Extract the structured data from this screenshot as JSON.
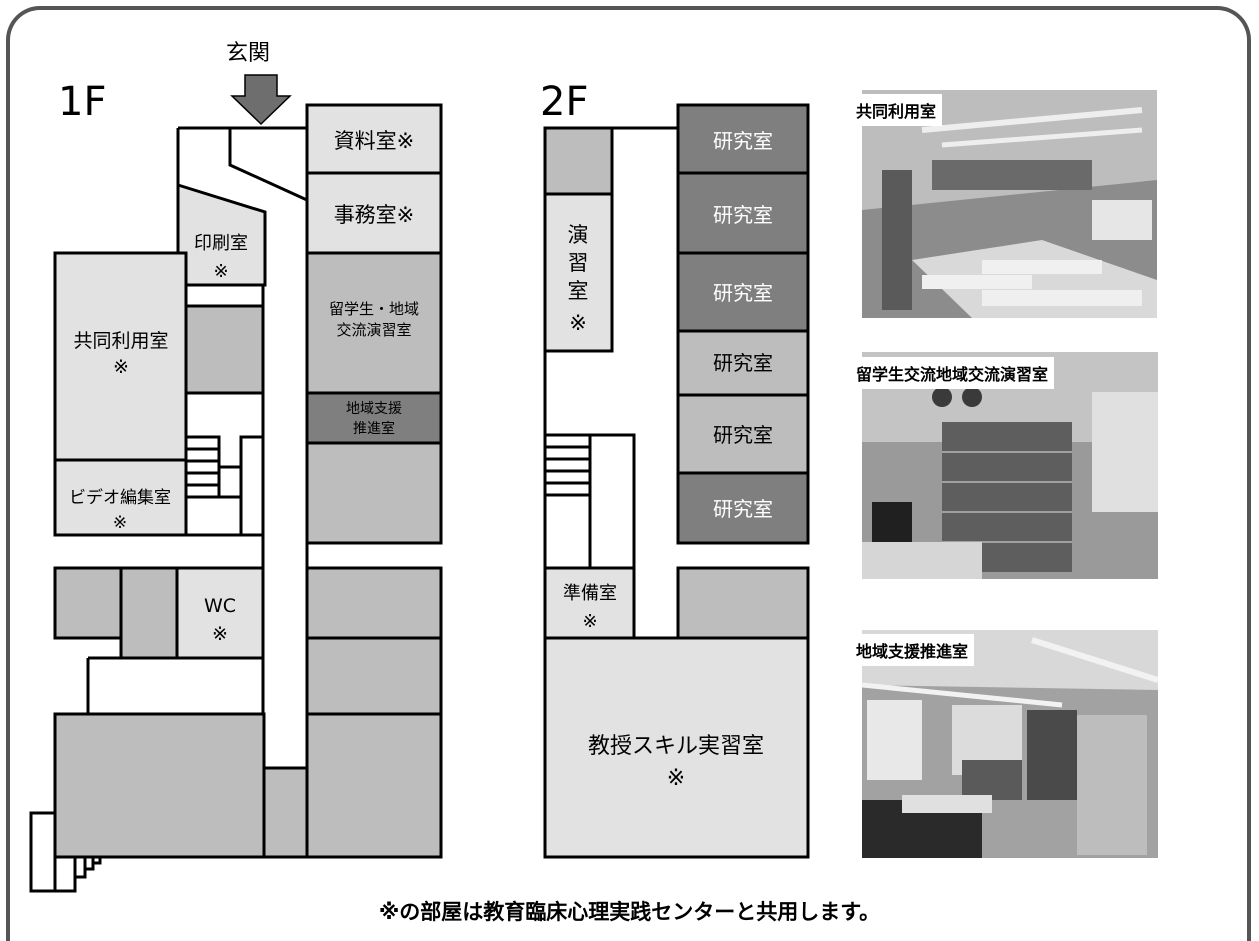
{
  "entrance_label": "玄関",
  "floor1": {
    "label": "1F",
    "rooms": {
      "shiryo": "資料室※",
      "jimu": "事務室※",
      "insatsu": [
        "印刷室",
        "※"
      ],
      "kyodo": [
        "共同利用室",
        "※"
      ],
      "ryugaku": [
        "留学生・地域",
        "交流演習室"
      ],
      "chiiki": [
        "地域支援",
        "推進室"
      ],
      "video": [
        "ビデオ編集室",
        "※"
      ],
      "wc": [
        "WC",
        "※"
      ]
    }
  },
  "floor2": {
    "label": "2F",
    "rooms": {
      "kenkyu": [
        "研究室",
        "研究室",
        "研究室",
        "研究室",
        "研究室",
        "研究室"
      ],
      "enshu": [
        "演",
        "習",
        "室",
        "※"
      ],
      "junbi": [
        "準備室",
        "※"
      ],
      "skill": [
        "教授スキル実習室",
        "※"
      ]
    }
  },
  "photos": [
    {
      "label": "共同利用室"
    },
    {
      "label": "留学生交流地域交流演習室"
    },
    {
      "label": "地域支援推進室"
    }
  ],
  "note": "※の部屋は教育臨床心理実践センターと共用します。",
  "colors": {
    "light": "#e2e2e2",
    "mid": "#bdbdbd",
    "dark": "#7f7f7f",
    "stroke": "#000000",
    "frame": "#555555"
  }
}
